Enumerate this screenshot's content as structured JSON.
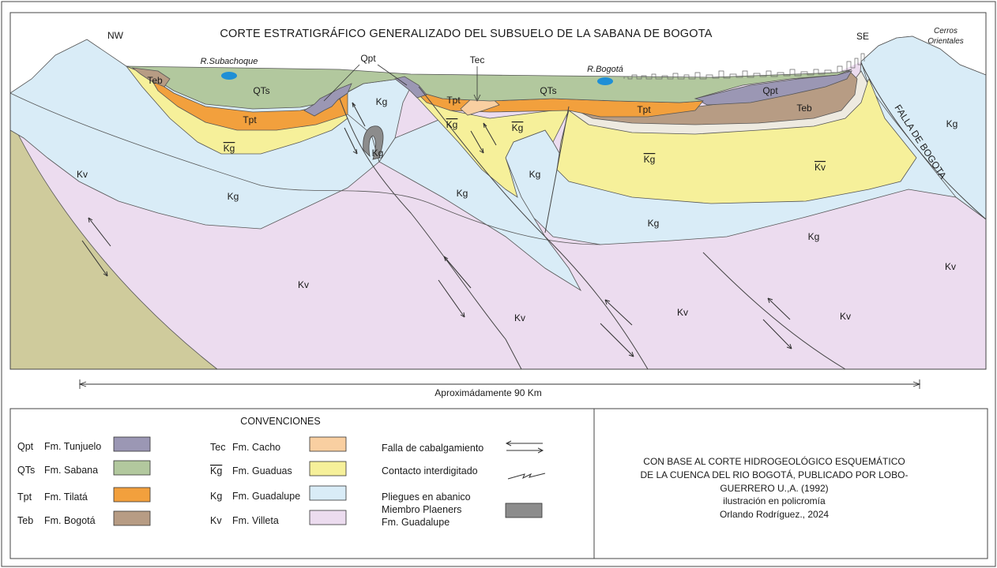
{
  "title": "CORTE ESTRATIGRÁFICO GENERALIZADO DEL SUBSUELO DE LA SABANA DE BOGOTA",
  "orientation": {
    "left": "NW",
    "right": "SE"
  },
  "places": {
    "cerros_line1": "Cerros",
    "cerros_line2": "Orientales",
    "river_left": "R.Subachoque",
    "river_right": "R.Bogotá",
    "fault": "FALLA DE BOGOTA"
  },
  "callouts": {
    "qpt": "Qpt",
    "tec": "Tec"
  },
  "section_labels": {
    "teb_left": "Teb",
    "qts_left": "QTs",
    "qts_right": "QTs",
    "tpt_left": "Tpt",
    "tpt_mid": "Tpt",
    "tpt_right": "Tpt",
    "kgb_left": "Kg",
    "kgb_mid": "Kg",
    "kgb_right1": "Kg",
    "kgb_right2": "Kg",
    "kg_left": "Kg",
    "kg_block": "Kg",
    "kg_small": "Kg",
    "kg_center": "Kg",
    "kg_fault": "Kg",
    "kg_right1": "Kg",
    "kg_right2": "Kg",
    "kg_cerros": "Kg",
    "kv_far_left": "Kv",
    "kv_center": "Kv",
    "kv_c2": "Kv",
    "kv_c3": "Kv",
    "kv_c4": "Kv",
    "kv_right": "Kv",
    "qpt_right": "Qpt",
    "teb_right": "Teb"
  },
  "scale": {
    "label": "Aproximádamente 90 Km"
  },
  "legend": {
    "title": "CONVENCIONES",
    "units": [
      {
        "code": "Qpt",
        "name": "Fm. Tunjuelo",
        "color": "#9b97b4"
      },
      {
        "code": "QTs",
        "name": "Fm. Sabana",
        "color": "#b2c89e"
      },
      {
        "code": "Tpt",
        "name": "Fm. Tilatá",
        "color": "#f2a03d"
      },
      {
        "code": "Teb",
        "name": "Fm. Bogotá",
        "color": "#b79c84"
      },
      {
        "code": "Tec",
        "name": "Fm. Cacho",
        "color": "#f9cfa1"
      },
      {
        "code": "Kg",
        "name": "Fm. Guaduas",
        "color": "#f6f09a"
      },
      {
        "code": "Kg",
        "name": "Fm. Guadalupe",
        "color": "#d9ecf7"
      },
      {
        "code": "Kv",
        "name": "Fm. Villeta",
        "color": "#ecdcef"
      }
    ],
    "symbols": {
      "fault": "Falla de cabalgamiento",
      "interfinger": "Contacto interdigitado",
      "fan_line1": "Pliegues en abanico",
      "fan_line2": "Miembro Plaeners",
      "fan_line3": "Fm. Guadalupe",
      "fan_color": "#8c8c8c"
    }
  },
  "credit": {
    "line1": "CON BASE AL CORTE HIDROGEOLÓGICO  ESQUEMÁTICO",
    "line2": "DE LA CUENCA DEL RIO BOGOTÁ, PUBLICADO POR LOBO-",
    "line3": "GUERRERO U.,A. (1992)",
    "line4": "ilustración en policromía",
    "line5": "Orlando Rodríguez., 2024"
  },
  "colors": {
    "villeta": "#ecdcef",
    "guadalupe": "#d9ecf7",
    "guaduas": "#f6f09a",
    "tilata": "#f2a03d",
    "sabana": "#b2c89e",
    "bogota": "#b79c84",
    "tunjuelo": "#9b97b4",
    "cacho": "#f9cfa1",
    "old_rock": "#cfcb9c",
    "water": "#1f8fd6"
  }
}
